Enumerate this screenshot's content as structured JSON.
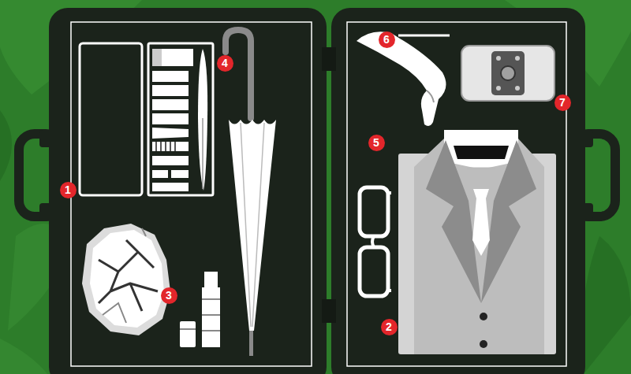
{
  "diagram": {
    "labels": [
      "6",
      "4",
      "7",
      "5",
      "1",
      "3",
      "2"
    ]
  }
}
